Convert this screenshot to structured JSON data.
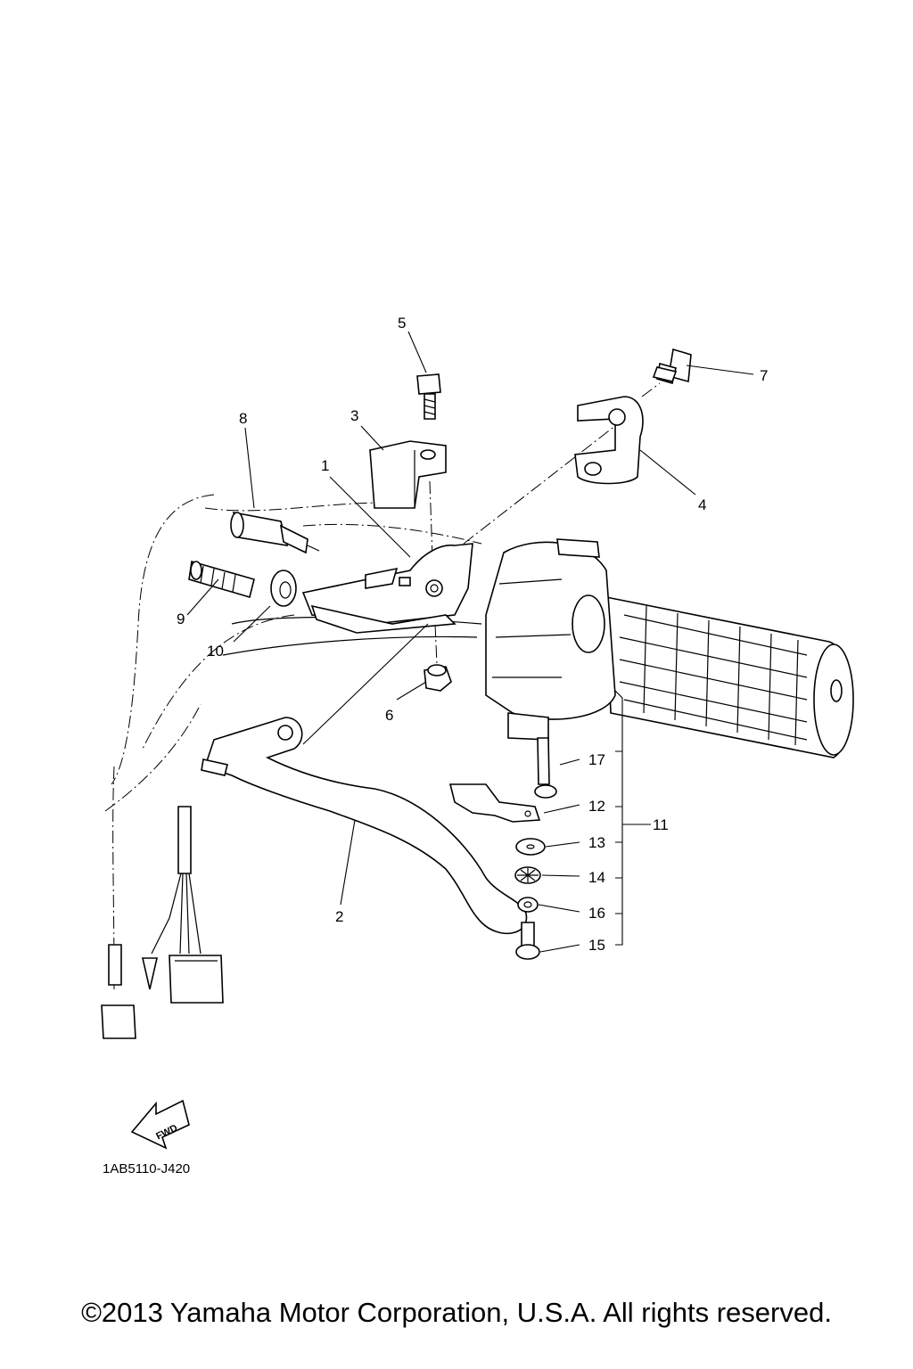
{
  "diagram": {
    "part_numbers": [
      "1",
      "2",
      "3",
      "4",
      "5",
      "6",
      "7",
      "8",
      "9",
      "10",
      "11",
      "12",
      "13",
      "14",
      "15",
      "16",
      "17"
    ],
    "fwd_label": "FWD",
    "drawing_code": "1AB5110-J420"
  },
  "footer": {
    "copyright": "©2013 Yamaha Motor Corporation, U.S.A. All rights reserved."
  }
}
